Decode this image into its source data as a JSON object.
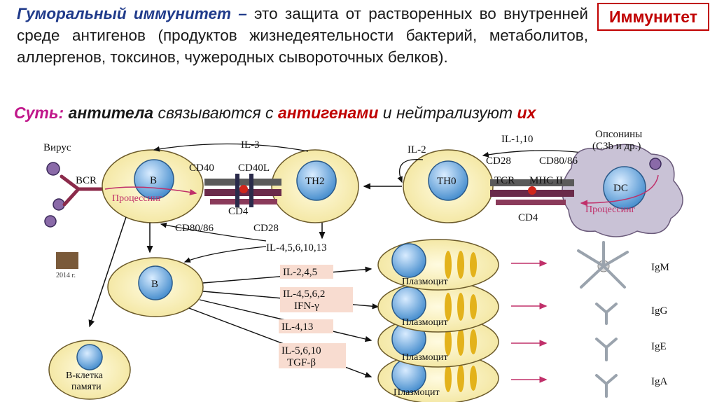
{
  "header": {
    "term": "Гуморальный иммунитет –",
    "definition": "это защита от растворенных во внутренней среде антигенов (продуктов жизнедеятельности бактерий, метаболитов, аллергенов, токсинов, чужеродных сывороточных белков).",
    "badge": "Иммунитет"
  },
  "essence": {
    "label": "Суть:",
    "part1": "антитела",
    "part2": "связываются с",
    "part3": "антигенами",
    "part4": "и нейтрализуют",
    "part5": "их"
  },
  "diagram": {
    "virus": "Вирус",
    "bcr": "BCR",
    "il3": "IL-3",
    "il2": "IL-2",
    "il110": "IL-1,10",
    "opsonins_1": "Опсонины",
    "opsonins_2": "(C3b и др.)",
    "b_cell": "B",
    "processing_b": "Процессинг",
    "cd40": "CD40",
    "cd40l": "CD40L",
    "th2": "TH2",
    "cd4_left": "CD4",
    "cd8086_left": "CD80/86",
    "cd28_left": "CD28",
    "th0": "TH0",
    "cd28_right": "CD28",
    "cd8086_right": "CD80/86",
    "tcr": "TCR",
    "mhc": "MHC II",
    "dc": "DC",
    "processing_dc": "Процессинг",
    "cd4_right": "CD4",
    "il4_13": "IL-4,5,6,10,13",
    "b_cell_2": "B",
    "memory_1": "B-клетка",
    "memory_2": "памяти",
    "cyt1": "IL-2,4,5",
    "cyt2a": "IL-4,5,6,2",
    "cyt2b": "IFN-γ",
    "cyt3": "IL-4,13",
    "cyt4a": "IL-5,6,10",
    "cyt4b": "TGF-β",
    "plasma": "Плазмоцит",
    "igm": "IgM",
    "igg": "IgG",
    "ige": "IgE",
    "iga": "IgA",
    "year": "2014 г."
  }
}
